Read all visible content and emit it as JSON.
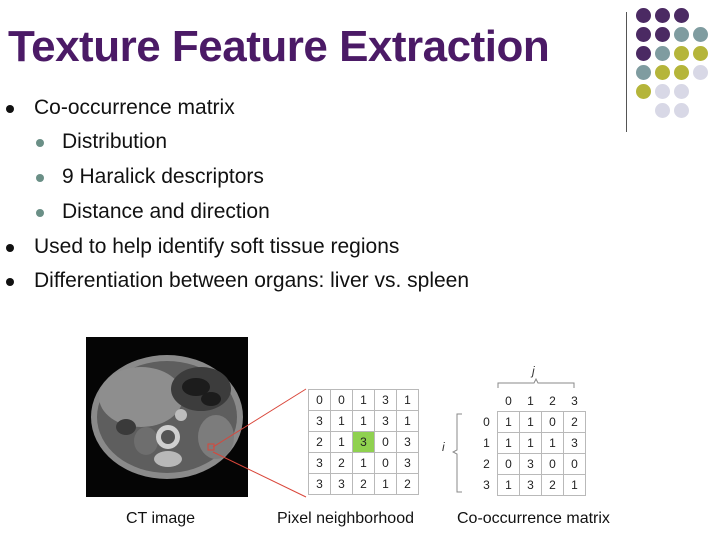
{
  "title": "Texture Feature Extraction",
  "bullets": [
    {
      "text": "Co-occurrence matrix",
      "level": 1
    },
    {
      "text": "Distribution",
      "level": 2
    },
    {
      "text": "9 Haralick descriptors",
      "level": 2
    },
    {
      "text": "Distance and direction",
      "level": 2
    },
    {
      "text": "Used to help identify soft tissue regions",
      "level": 1
    },
    {
      "text": "Differentiation between organs: liver vs. spleen",
      "level": 1
    }
  ],
  "colors": {
    "title": "#4b1a66",
    "sub_bullet": "#6a8f86",
    "highlight": "#8fd14f"
  },
  "figure": {
    "captions": [
      "CT image",
      "Pixel neighborhood",
      "Co-occurrence matrix"
    ],
    "neighborhood": [
      [
        "0",
        "0",
        "1",
        "3",
        "1"
      ],
      [
        "3",
        "1",
        "1",
        "3",
        "1"
      ],
      [
        "2",
        "1",
        "3",
        "0",
        "3"
      ],
      [
        "3",
        "2",
        "1",
        "0",
        "3"
      ],
      [
        "3",
        "3",
        "2",
        "1",
        "2"
      ]
    ],
    "highlight_cell": "3",
    "matrix_j_label": "j",
    "matrix_i_label": "i",
    "matrix_col_headers": [
      "0",
      "1",
      "2",
      "3"
    ],
    "matrix_row_headers": [
      "0",
      "1",
      "2",
      "3"
    ],
    "matrix": [
      [
        "1",
        "1",
        "0",
        "2"
      ],
      [
        "1",
        "1",
        "1",
        "3"
      ],
      [
        "0",
        "3",
        "0",
        "0"
      ],
      [
        "1",
        "3",
        "2",
        "1"
      ]
    ]
  }
}
